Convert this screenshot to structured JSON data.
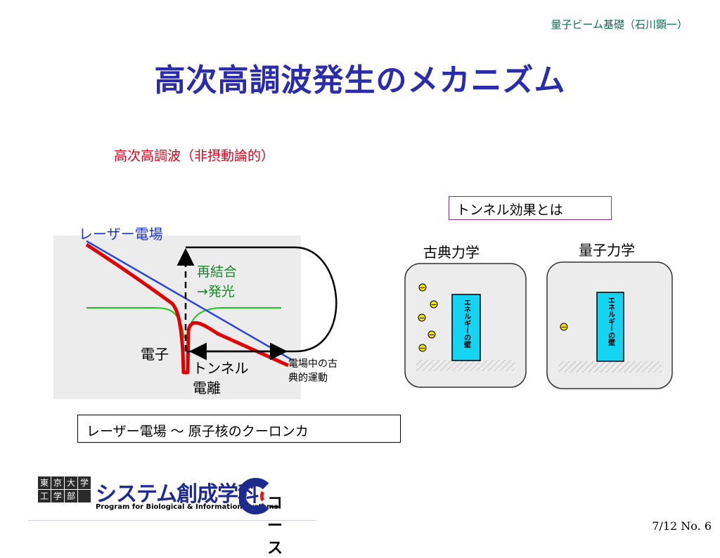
{
  "header": {
    "course": "量子ビーム基礎（石川顕一）"
  },
  "title": "高次高調波発生のメカニズム",
  "subtitle": "高次高調波（非摂動論的）",
  "diagram": {
    "laser_field": "レーザー電場",
    "recombination": [
      "再結合",
      "→発光"
    ],
    "electron": "電子",
    "tunnel_ionization": [
      "トンネル",
      "電離"
    ],
    "classical_motion": [
      "電場中の古",
      "典的運動"
    ],
    "colors": {
      "laser": "#2845d8",
      "potential": "#e00000",
      "coulomb": "#22c022"
    }
  },
  "formula": "レーザー電場 ～ 原子核のクーロンカ",
  "tunnel": {
    "box_label": "トンネル効果とは",
    "classical": "古典力学",
    "quantum": "量子力学",
    "wall_label": "エネルギーの壁",
    "particle_symbol": "−"
  },
  "footer": {
    "logo_blocks": [
      "東",
      "京",
      "大",
      "学",
      "工",
      "学",
      "部",
      ""
    ],
    "logo_text": "システム創成学科",
    "logo_sub": "Program for Biological & Information Systems",
    "logo_course": "コース"
  },
  "page_number": "7/12   No. 6"
}
